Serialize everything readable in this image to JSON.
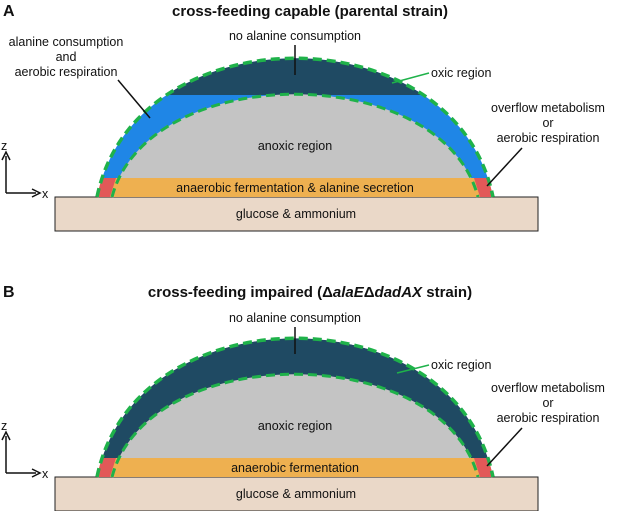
{
  "colors": {
    "anoxic": "#c4c4c4",
    "dark_layer": "#1f4a63",
    "blue_layer": "#1f86e6",
    "green_border": "#1fb24a",
    "fermentation": "#eeb050",
    "overflow_red": "#e25858",
    "substrate": "#ead8c8"
  },
  "axes": {
    "z": "z",
    "x": "x"
  },
  "panel_a": {
    "letter": "A",
    "title": "cross-feeding capable (parental strain)",
    "label_alanine_1": "alanine consumption",
    "label_alanine_2": "and",
    "label_alanine_3": "aerobic respiration",
    "label_no_alanine": "no alanine consumption",
    "label_oxic": "oxic region",
    "label_overflow_1": "overflow metabolism",
    "label_overflow_2": "or",
    "label_overflow_3": "aerobic respiration",
    "label_anoxic": "anoxic region",
    "label_fermentation": "anaerobic fermentation & alanine secretion",
    "label_substrate": "glucose & ammonium"
  },
  "panel_b": {
    "letter": "B",
    "title_pre": "cross-feeding impaired (Δ",
    "title_gene1": "alaE",
    "title_delta": "Δ",
    "title_gene2": "dadAX",
    "title_post": " strain)",
    "label_no_alanine": "no alanine consumption",
    "label_oxic": "oxic region",
    "label_overflow_1": "overflow metabolism",
    "label_overflow_2": "or",
    "label_overflow_3": "aerobic respiration",
    "label_anoxic": "anoxic region",
    "label_fermentation": "anaerobic fermentation",
    "label_substrate": "glucose & ammonium"
  }
}
